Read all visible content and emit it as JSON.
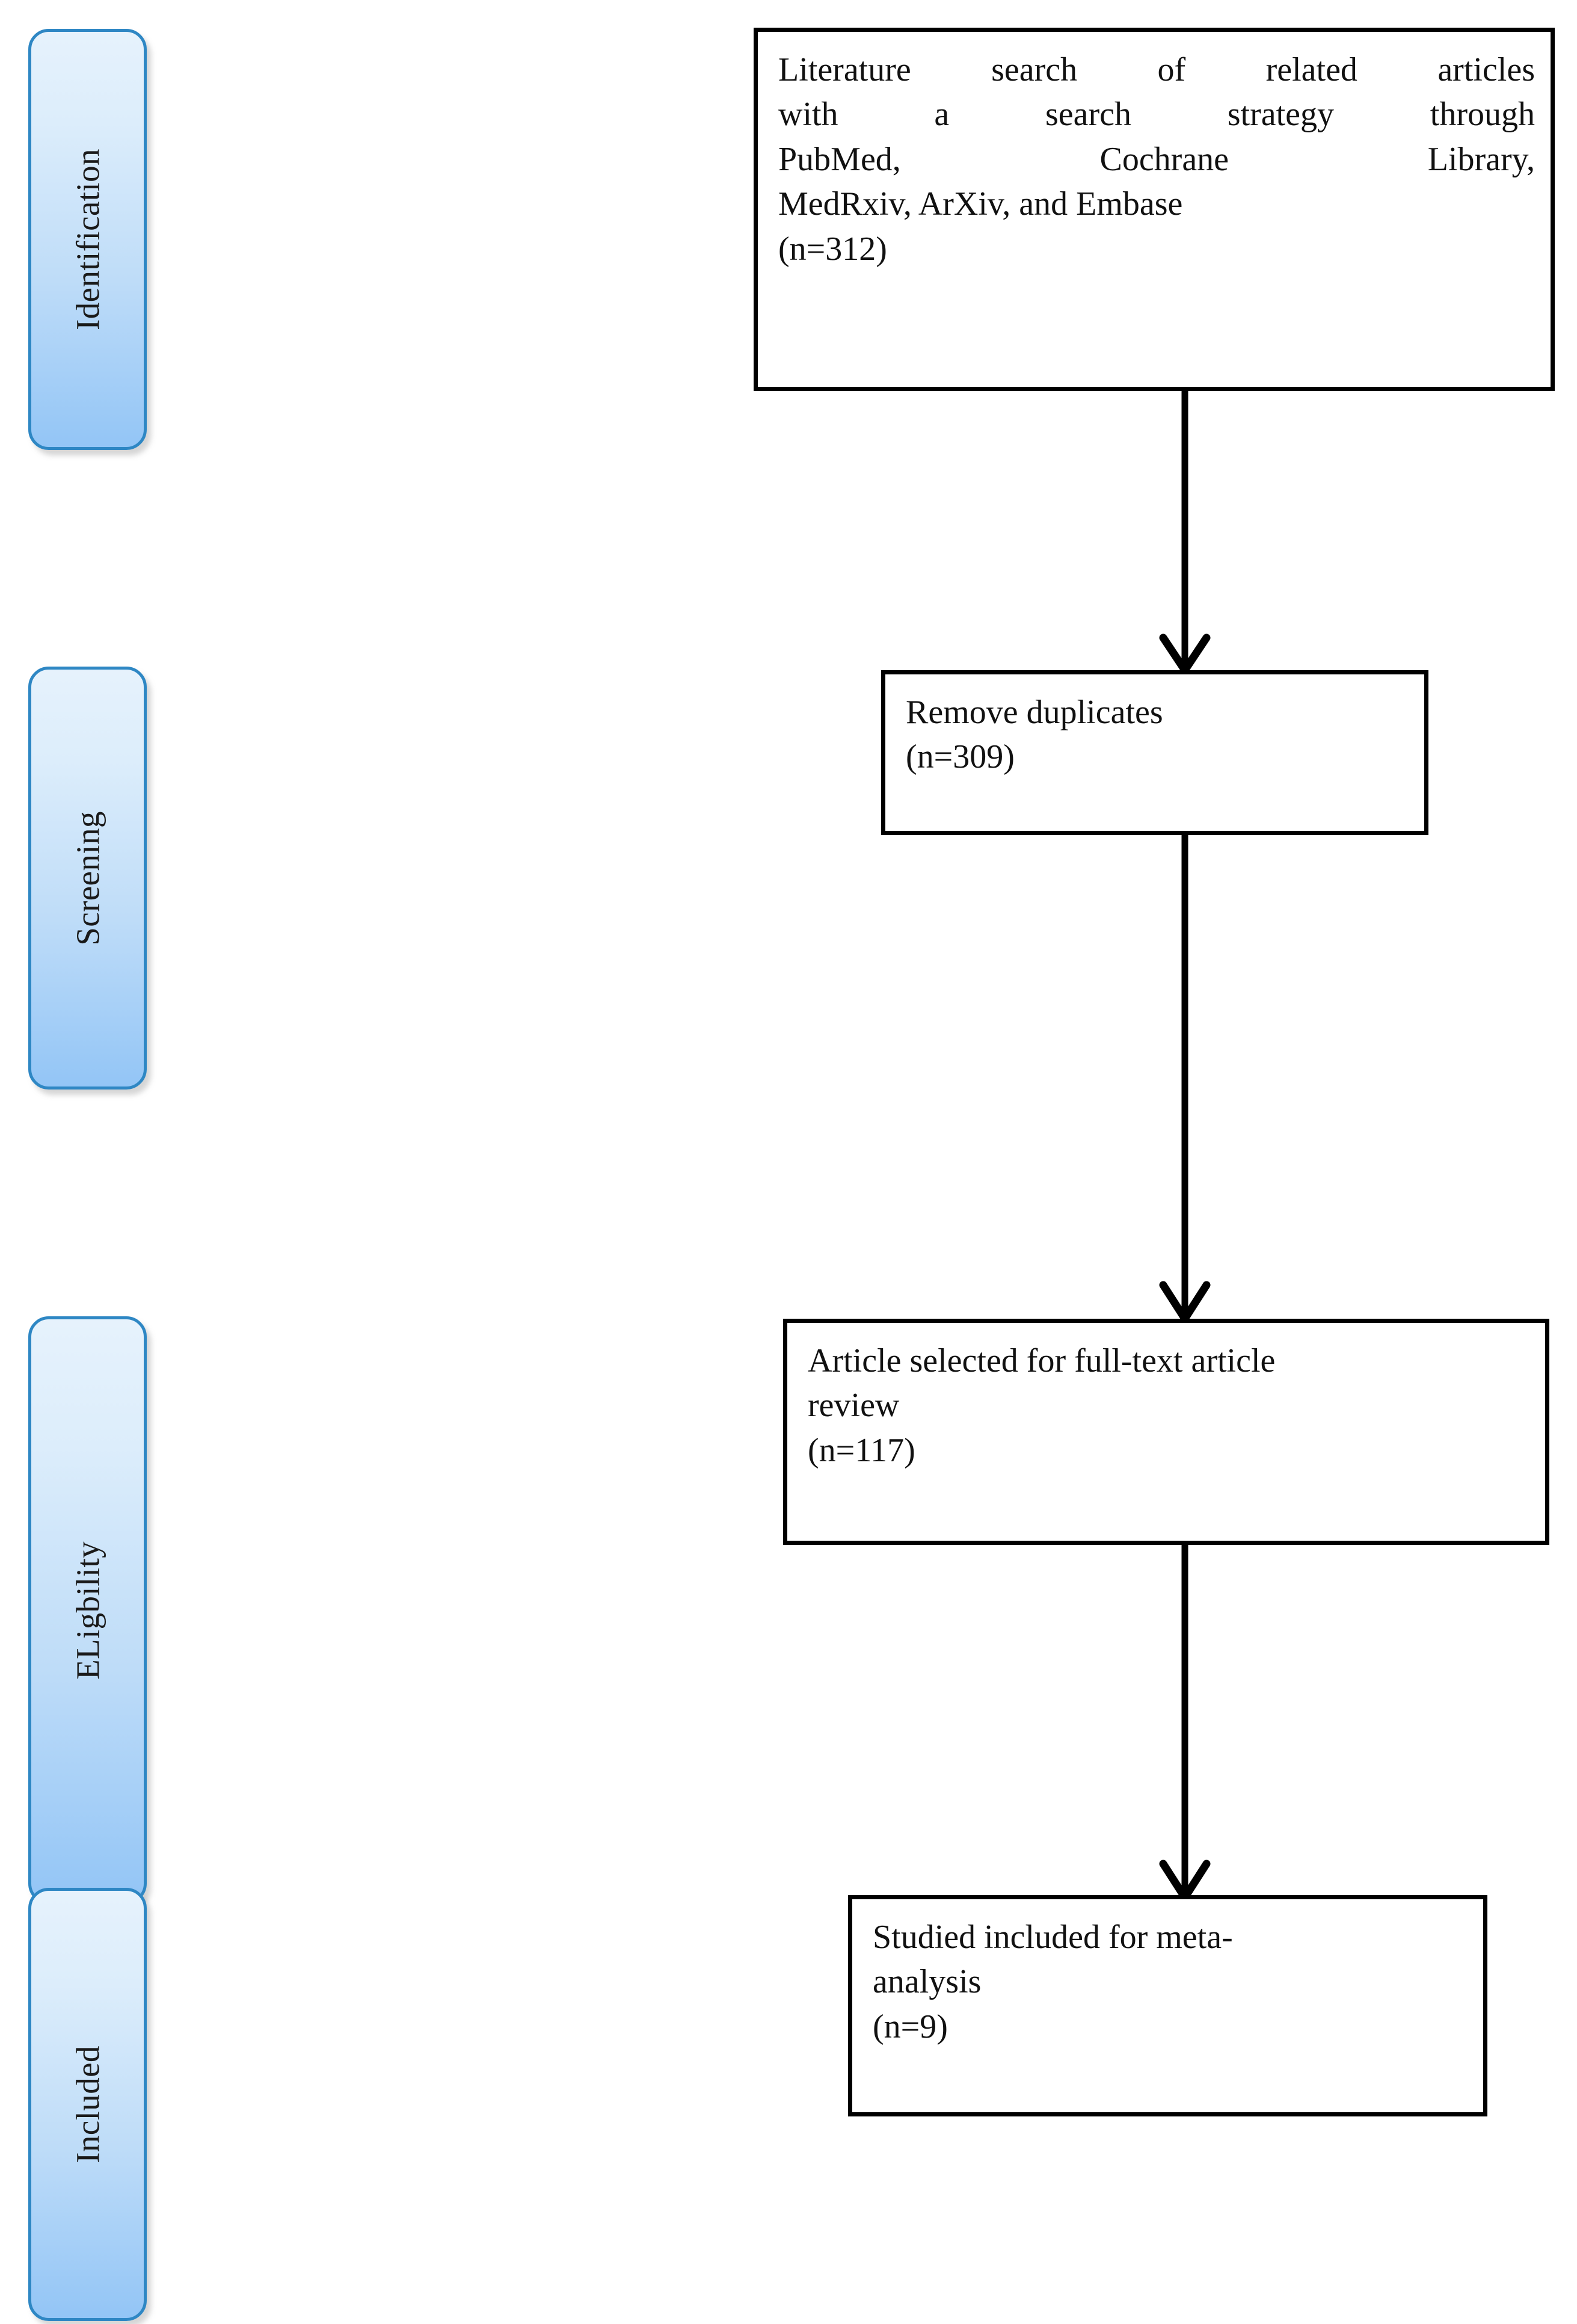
{
  "diagram": {
    "title": "PRISMA study selection flow diagram",
    "accent_color": "#2e87c4",
    "pill_fill_top": "#e6f2fc",
    "pill_fill_bottom": "#93c5f6",
    "box_border_color": "#000000",
    "text_color": "#111111"
  },
  "stages": [
    {
      "id": "identification",
      "label": "Identification"
    },
    {
      "id": "screening",
      "label": "Screening"
    },
    {
      "id": "eligibility",
      "label": "ELigbility"
    },
    {
      "id": "included",
      "label": "Included"
    }
  ],
  "boxes": [
    {
      "id": "literature-search",
      "lines": [
        "Literature search of related articles",
        "with a search strategy through",
        "PubMed, Cochrane Library,",
        "MedRxiv, ArXiv, and Embase",
        "(n=312)"
      ],
      "count_label": "(n=312)",
      "n": 312
    },
    {
      "id": "remove-duplicates",
      "lines": [
        "Remove duplicates",
        "(n=309)"
      ],
      "count_label": "(n=309)",
      "n": 309
    },
    {
      "id": "full-text-review",
      "lines": [
        "Article selected for full-text article",
        "review",
        "(n=117)"
      ],
      "count_label": "(n=117)",
      "n": 117
    },
    {
      "id": "meta-analysis",
      "lines": [
        "Studied included for meta-",
        "analysis",
        "(n=9)"
      ],
      "count_label": "(n=9)",
      "n": 9
    }
  ],
  "arrows": [
    {
      "id": "arrow-search-to-duplicates",
      "from": "literature-search",
      "to": "remove-duplicates"
    },
    {
      "id": "arrow-duplicates-to-fulltext",
      "from": "remove-duplicates",
      "to": "full-text-review"
    },
    {
      "id": "arrow-fulltext-to-meta",
      "from": "full-text-review",
      "to": "meta-analysis"
    }
  ]
}
